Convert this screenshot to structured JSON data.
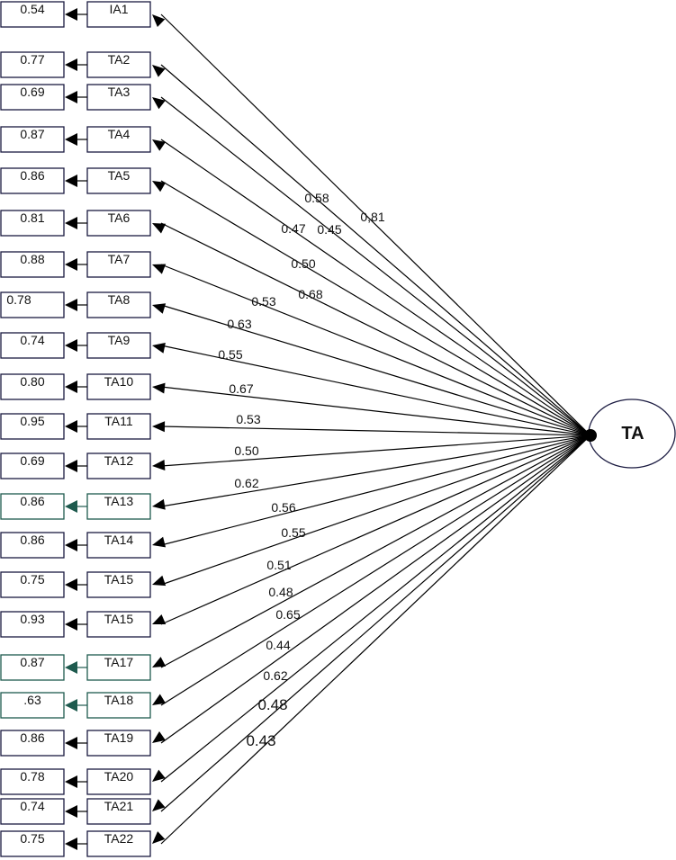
{
  "latent": {
    "label": "TA"
  },
  "items": [
    {
      "name": "IA1",
      "error": "0.54",
      "loading": "0,81"
    },
    {
      "name": "TA2",
      "error": "0.77",
      "loading": "0.58"
    },
    {
      "name": "TA3",
      "error": "0.69",
      "loading": "0.45"
    },
    {
      "name": "TA4",
      "error": "0.87",
      "loading": "0.47"
    },
    {
      "name": "TA5",
      "error": "0.86",
      "loading": "0.50"
    },
    {
      "name": "TA6",
      "error": "0.81",
      "loading": "0.68"
    },
    {
      "name": "TA7",
      "error": "0.88",
      "loading": "0.53"
    },
    {
      "name": "TA8",
      "error": "0.78",
      "loading": "0.63"
    },
    {
      "name": "TA9",
      "error": "0.74",
      "loading": "0.55"
    },
    {
      "name": "TA10",
      "error": "0.80",
      "loading": "0.67"
    },
    {
      "name": "TA11",
      "error": "0.95",
      "loading": "0.53"
    },
    {
      "name": "TA12",
      "error": "0.69",
      "loading": "0.50"
    },
    {
      "name": "TA13",
      "error": "0.86",
      "loading": "0.62",
      "accent": "#1e5a4e"
    },
    {
      "name": "TA14",
      "error": "0.86",
      "loading": "0.56"
    },
    {
      "name": "TA15",
      "error": "0.75",
      "loading": "0.55"
    },
    {
      "name": "TA15",
      "error": "0.93",
      "loading": "0.51"
    },
    {
      "name": "TA17",
      "error": "0.87",
      "loading": "0.48",
      "accent": "#1e5a4e"
    },
    {
      "name": "TA18",
      "error": ".63",
      "loading": "0.65",
      "accent": "#1e5a4e"
    },
    {
      "name": "TA19",
      "error": "0.86",
      "loading": "0.44"
    },
    {
      "name": "TA20",
      "error": "0.78",
      "loading": "0.62"
    },
    {
      "name": "TA21",
      "error": "0.74",
      "loading": "0.48"
    },
    {
      "name": "TA22",
      "error": "0.75",
      "loading": "0.43"
    }
  ]
}
